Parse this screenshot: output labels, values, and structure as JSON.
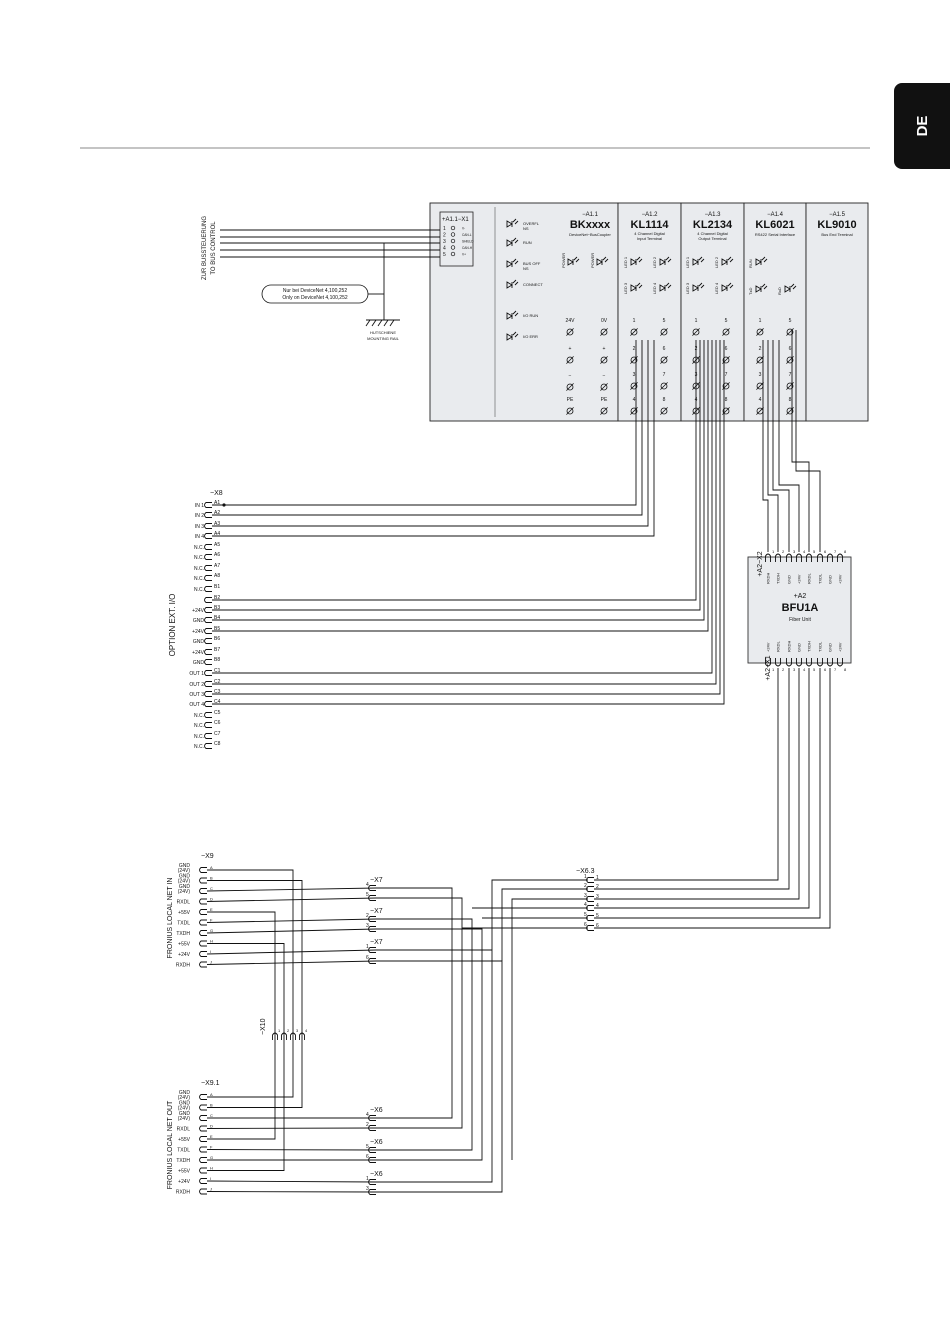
{
  "page": {
    "language_tab": "DE"
  },
  "schematic": {
    "bus_label": [
      "ZUR BUSSTEUERUNG",
      "TO BUS CONTROL"
    ],
    "coupler_connector": {
      "label": "+A1.1−X1",
      "pins": [
        "1",
        "2",
        "3",
        "4",
        "5"
      ],
      "pin_names": [
        "V-",
        "CAN-L",
        "SHIELD",
        "CAN-H",
        "V+"
      ]
    },
    "devicenet_note": [
      "Nur bei DeviceNet 4,100,252",
      "Only on DeviceNet 4,100,252"
    ],
    "rail_label": [
      "HUTSCHIENE",
      "MOUNTING RAIL"
    ],
    "coupler_leds": [
      "OVERFL",
      "NS",
      "RUN",
      "BUS OFF",
      "NS",
      "CONNECT",
      "I/O RUN",
      "I/O ERR"
    ],
    "power_labels": [
      "POWER",
      "POWER",
      "24V",
      "0V",
      "+",
      "+",
      "−",
      "−",
      "PE",
      "PE"
    ],
    "modules": [
      {
        "ref": "−A1.1",
        "name": "BKxxxx",
        "desc": "DeviceNet−BusCoupler"
      },
      {
        "ref": "−A1.2",
        "name": "KL1114",
        "desc": "4 Channel Digital Input Terminal"
      },
      {
        "ref": "−A1.3",
        "name": "KL2134",
        "desc": "4 Channel Digital Output Terminal"
      },
      {
        "ref": "−A1.4",
        "name": "KL6021",
        "desc": "RS422 Serial Interface"
      },
      {
        "ref": "−A1.5",
        "name": "KL9010",
        "desc": "Bus End Terminal"
      }
    ],
    "led_labels": {
      "kl1114": [
        "LED 1",
        "LED 2",
        "LED 3",
        "LED 4"
      ],
      "kl2134": [
        "LED 1",
        "LED 2",
        "LED 3",
        "LED 4"
      ],
      "kl6021": [
        "RUN",
        "TxD",
        "RxD"
      ]
    },
    "terminal_numbers": [
      "1",
      "5",
      "2",
      "6",
      "3",
      "7",
      "4",
      "8"
    ],
    "x8": {
      "ref": "−X8",
      "option_label": "OPTION EXT. I/O",
      "signals": [
        "IN 1",
        "IN 2",
        "IN 3",
        "IN 4",
        "N.C.",
        "N.C.",
        "N.C.",
        "N.C.",
        "N.C.",
        "+24V",
        "GND",
        "+24V",
        "GND",
        "+24V",
        "GND",
        "OUT 1",
        "OUT 2",
        "OUT 3",
        "OUT 4",
        "N.C.",
        "N.C.",
        "N.C.",
        "N.C."
      ],
      "pins": [
        "A1",
        "A2",
        "A3",
        "A4",
        "A5",
        "A6",
        "A7",
        "A8",
        "B1",
        "B2",
        "B3",
        "B4",
        "B5",
        "B6",
        "B7",
        "B8",
        "C1",
        "C2",
        "C3",
        "C4",
        "C5",
        "C6",
        "C7",
        "C8"
      ]
    },
    "bfu": {
      "ref": "+A2",
      "name": "BFU1A",
      "desc": "Fiber Unit",
      "x2_label": "+A2−X2",
      "x1_label": "+A2−X1",
      "x2_pins": [
        "1",
        "2",
        "3",
        "4",
        "5",
        "6",
        "7",
        "8"
      ],
      "x2_signals": [
        "RXDH",
        "TXDH",
        "GND",
        "+24V",
        "RXDL",
        "TXDL",
        "GND",
        "+24V"
      ],
      "x1_pins": [
        "1",
        "2",
        "3",
        "4",
        "5",
        "6",
        "7",
        "8"
      ],
      "x1_signals": [
        "+24V",
        "RXDL",
        "RXDH",
        "GND",
        "TXDH",
        "TXDL",
        "GND",
        "+24V"
      ]
    },
    "net_in": {
      "ref": "−X9",
      "label": "FRONIUS LOCAL NET IN",
      "signals": [
        "GND (24V)",
        "GND (24V)",
        "GND (24V)",
        "RXDL",
        "+55V",
        "TXDL",
        "TXDH",
        "+55V",
        "+24V",
        "RXDH"
      ],
      "pins": [
        "A",
        "B",
        "C",
        "D",
        "E",
        "F",
        "G",
        "H",
        "I",
        "J"
      ]
    },
    "net_out": {
      "ref": "−X9.1",
      "label": "FRONIUS LOCAL NET OUT",
      "signals": [
        "GND (24V)",
        "GND (24V)",
        "GND (24V)",
        "RXDL",
        "+55V",
        "TXDL",
        "TXDH",
        "+55V",
        "+24V",
        "RXDH"
      ],
      "pins": [
        "A",
        "B",
        "C",
        "D",
        "E",
        "F",
        "G",
        "H",
        "I",
        "J"
      ]
    },
    "x7": {
      "ref": "−X7",
      "groups": [
        [
          "4",
          "5"
        ],
        [
          "2",
          "3"
        ],
        [
          "1",
          "6"
        ]
      ]
    },
    "x6": {
      "ref": "−X6",
      "groups": [
        [
          "4",
          "2"
        ],
        [
          "5",
          "6"
        ],
        [
          "1",
          "3"
        ]
      ]
    },
    "x63": {
      "ref": "−X6.3",
      "pins": [
        "1",
        "2",
        "3",
        "4",
        "5",
        "6"
      ]
    },
    "x10": {
      "ref": "−X10",
      "pins": [
        "1",
        "2",
        "3",
        "4"
      ]
    }
  }
}
